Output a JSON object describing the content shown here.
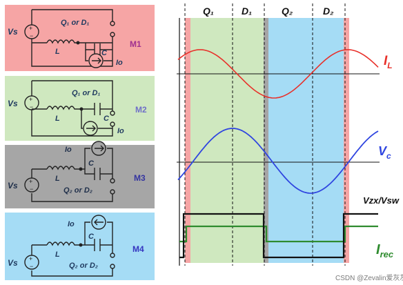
{
  "panels": [
    {
      "mode": "M1",
      "color": "#f6a5a5",
      "mode_color": "#a0308f",
      "labels": {
        "vs": "Vs",
        "switch": "Q₁ or D₁",
        "l": "L",
        "c": "C",
        "io": "Io"
      }
    },
    {
      "mode": "M2",
      "color": "#cfe8bf",
      "mode_color": "#7070c8",
      "labels": {
        "vs": "Vs",
        "switch": "Q₁ or D₁",
        "l": "L",
        "c": "C",
        "io": "Io"
      }
    },
    {
      "mode": "M3",
      "color": "#a6a6a6",
      "mode_color": "#3535a0",
      "labels": {
        "vs": "Vs",
        "switch": "Q₂ or D₂",
        "l": "L",
        "c": "C",
        "io": "Io"
      }
    },
    {
      "mode": "M4",
      "color": "#a5dcf5",
      "mode_color": "#3535c0",
      "labels": {
        "vs": "Vs",
        "switch": "Q₂ or D₂",
        "l": "L",
        "c": "C",
        "io": "Io"
      }
    }
  ],
  "waveforms": {
    "intervals": [
      {
        "label": "Q₁",
        "color": "#cfe8bf"
      },
      {
        "label": "D₁",
        "color": "#cfe8bf"
      },
      {
        "label": "Q₂",
        "color": "#a5dcf5"
      },
      {
        "label": "D₂",
        "color": "#a5dcf5"
      }
    ],
    "traces": {
      "il": {
        "label_main": "I",
        "label_sub": "L",
        "color": "#e8302a"
      },
      "vc": {
        "label_main": "V",
        "label_sub": "c",
        "color": "#2f45e0"
      },
      "vzx": {
        "label": "Vzx/Vsw",
        "color": "#111111"
      },
      "irec": {
        "label_main": "I",
        "label_sub": "rec",
        "color": "#2e8b2e"
      }
    },
    "colors": {
      "edge_pink": "#f6a5a5",
      "edge_gray": "#a6a6a6"
    }
  },
  "watermark": "CSDN @Zevalin爱灰灰"
}
